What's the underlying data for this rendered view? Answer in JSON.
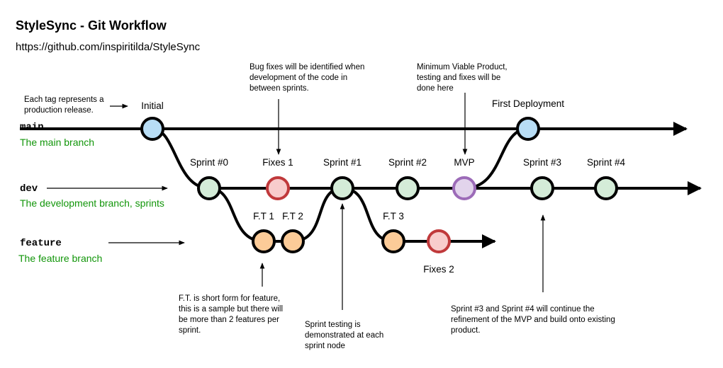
{
  "header": {
    "title": "StyleSync - Git Workflow",
    "repo_url": "https://github.com/inspiritilda/StyleSync"
  },
  "branches": {
    "main": {
      "name": "main",
      "description": "The main branch"
    },
    "dev": {
      "name": "dev",
      "description": "The development branch, sprints"
    },
    "feature": {
      "name": "feature",
      "description": "The feature branch"
    }
  },
  "nodes": {
    "initial": "Initial",
    "first_deployment": "First Deployment",
    "sprint0": "Sprint #0",
    "fixes1": "Fixes 1",
    "sprint1": "Sprint #1",
    "sprint2": "Sprint #2",
    "mvp": "MVP",
    "sprint3": "Sprint #3",
    "sprint4": "Sprint #4",
    "ft1": "F.T 1",
    "ft2": "F.T 2",
    "ft3": "F.T 3",
    "fixes2": "Fixes 2"
  },
  "notes": {
    "tags": [
      "Each tag represents a",
      "production release."
    ],
    "bugfix": [
      "Bug fixes will be identified when",
      "development of the code in",
      "between sprints."
    ],
    "mvp": [
      "Minimum Viable Product,",
      "testing and fixes will be",
      "done here"
    ],
    "ft": [
      "F.T. is short form for feature,",
      "this is a sample but there will",
      "be more than 2 features per",
      "sprint."
    ],
    "sprint_testing": [
      "Sprint testing is",
      "demonstrated at each",
      "sprint node"
    ],
    "continue": [
      "Sprint #3 and Sprint #4 will continue the",
      "refinement of the MVP and build onto existing",
      "product."
    ]
  },
  "colors": {
    "main_node": "#b8ddf5",
    "sprint_node": "#d4ecd8",
    "fix_node": "#f8cccc",
    "fix_node_border": "#c0393b",
    "feature_node": "#fccb98",
    "mvp_node": "#e2d4ec",
    "mvp_node_border": "#9c6bb8",
    "branch_desc": "#12960a"
  }
}
